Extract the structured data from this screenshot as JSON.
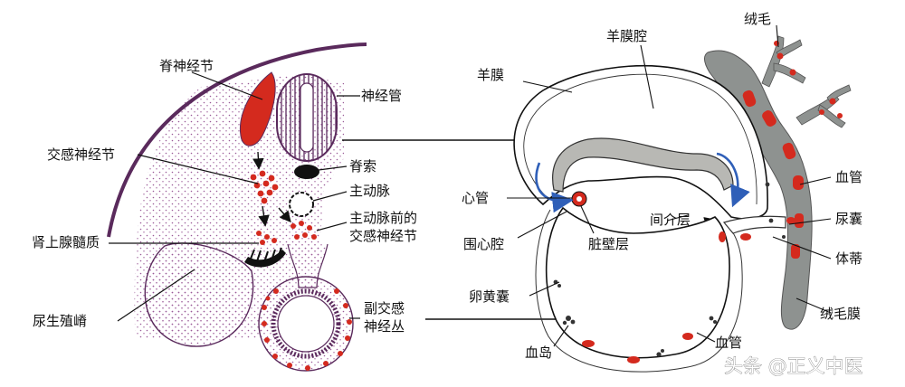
{
  "left_diagram": {
    "labels": {
      "spinal_ganglion": "脊神经节",
      "neural_tube": "神经管",
      "sympathetic_ganglion": "交感神经节",
      "notochord": "脊索",
      "aorta": "主动脉",
      "preaortic_ganglion_line1": "主动脉前的",
      "preaortic_ganglion_line2": "交感神经节",
      "adrenal_medulla": "肾上腺髓质",
      "urogenital_ridge": "尿生殖嵴",
      "parasympathetic_plexus_line1": "副交感",
      "parasympathetic_plexus_line2": "神经丛"
    }
  },
  "right_diagram": {
    "labels": {
      "villi": "绒毛",
      "amniotic_cavity": "羊膜腔",
      "amnion": "羊膜",
      "blood_vessel_upper": "血管",
      "heart_tube": "心管",
      "allantois": "尿囊",
      "intermediate_layer": "间介层",
      "pericardial_cavity": "围心腔",
      "parietal_layer": "脏壁层",
      "body_stalk": "体蒂",
      "yolk_sac": "卵黄囊",
      "chorion": "绒毛膜",
      "blood_island": "血岛",
      "blood_vessel_lower": "血管"
    }
  },
  "watermark": "头条 @正义中医",
  "colors": {
    "red": "#d42a1e",
    "purple_outline": "#5a2a5c",
    "stipple": "#9a5a98",
    "chorion_gray": "#8e9290",
    "arrow_blue": "#2f5fb8"
  }
}
